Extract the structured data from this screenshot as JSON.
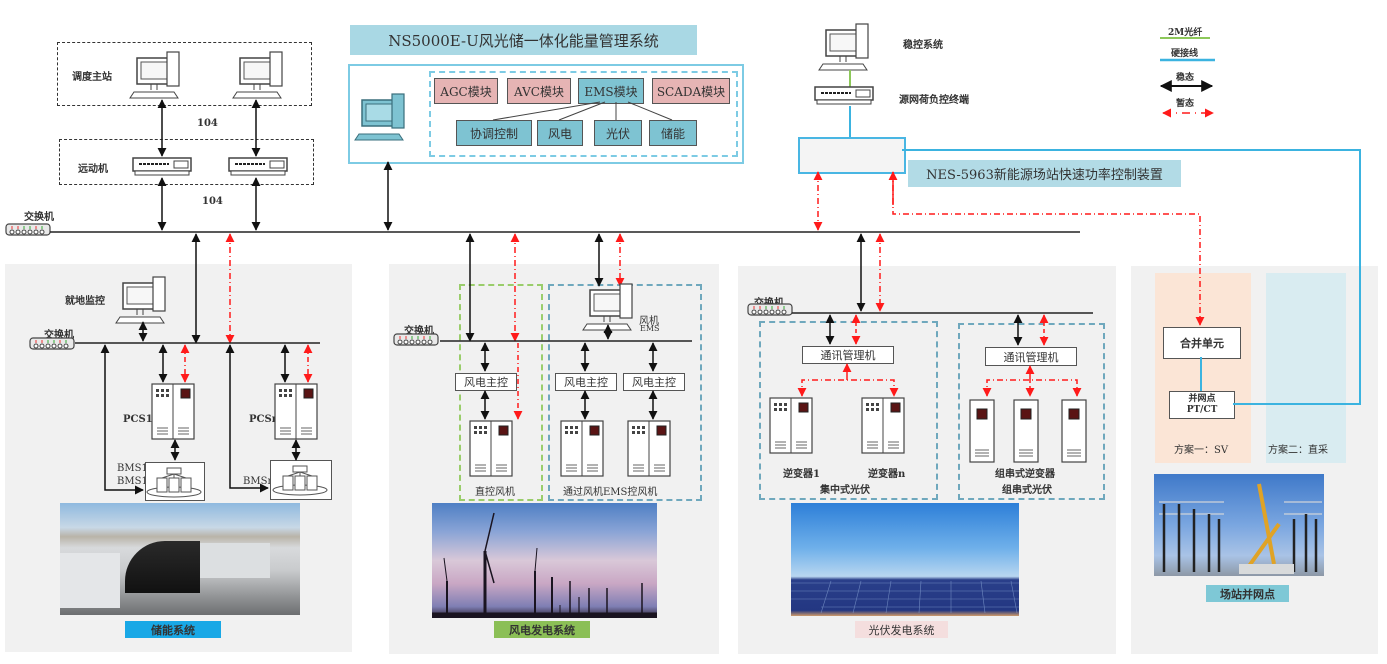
{
  "header": {
    "system_title": "NS5000E-U风光储一体化能量管理系统",
    "device_title": "NES-5963新能源场站快速功率控制装置"
  },
  "ems_modules": {
    "top_row": [
      {
        "label": "AGC模块",
        "color": "#e6b4b4"
      },
      {
        "label": "AVC模块",
        "color": "#e6b4b4"
      },
      {
        "label": "EMS模块",
        "color": "#7ec3d2"
      },
      {
        "label": "SCADA模块",
        "color": "#e6b4b4"
      }
    ],
    "bottom_row": [
      {
        "label": "协调控制"
      },
      {
        "label": "风电"
      },
      {
        "label": "光伏"
      },
      {
        "label": "储能"
      }
    ]
  },
  "dispatch": {
    "master_station_label": "调度主站",
    "rtu_label": "远动机",
    "protocol_upper": "104",
    "protocol_lower": "104",
    "switch_label": "交换机"
  },
  "stability": {
    "stability_system_label": "稳控系统",
    "terminal_label": "源网荷负控终端"
  },
  "legend": {
    "items": [
      {
        "label": "2M光纤",
        "type": "green-line",
        "color": "#8dc85a"
      },
      {
        "label": "硬接线",
        "type": "blue-line",
        "color": "#3bb3e0"
      },
      {
        "label": "稳态",
        "type": "black-double-arrow",
        "color": "#000000"
      },
      {
        "label": "暂态",
        "type": "red-dashdot-double-arrow",
        "color": "#ff0000"
      }
    ]
  },
  "storage": {
    "local_monitor_label": "就地监控",
    "switch_label": "交换机",
    "pcs1_label": "PCS1",
    "pcsn_label": "PCSn",
    "bms1_label_a": "BMS1",
    "bms1_label_b": "BMS1",
    "bmsn_label": "BMSn",
    "caption": "储能系统",
    "caption_color": "#19a8e6"
  },
  "wind": {
    "switch_label": "交换机",
    "ems_label_1": "风机",
    "ems_label_2": "EMS",
    "controllers": [
      "风电主控",
      "风电主控",
      "风电主控"
    ],
    "direct_label": "直控风机",
    "via_ems_label": "通过风机EMS控风机",
    "caption": "风电发电系统",
    "caption_color": "#8bbf56"
  },
  "pv": {
    "switch_label": "交换机",
    "comm_manager_1": "通讯管理机",
    "comm_manager_2": "通讯管理机",
    "inverter1_label": "逆变器1",
    "invertern_label": "逆变器n",
    "central_label": "集中式光伏",
    "string_inverter_label": "组串式逆变器",
    "string_label": "组串式光伏",
    "caption": "光伏发电系统",
    "caption_color": "#f4dede"
  },
  "grid": {
    "merging_unit_label": "合并单元",
    "poi_label_1": "并网点",
    "poi_label_2": "PT/CT",
    "scheme1_label": "方案一：SV",
    "scheme2_label": "方案二：直采",
    "caption": "场站并网点",
    "caption_color": "#7ec8d6"
  }
}
